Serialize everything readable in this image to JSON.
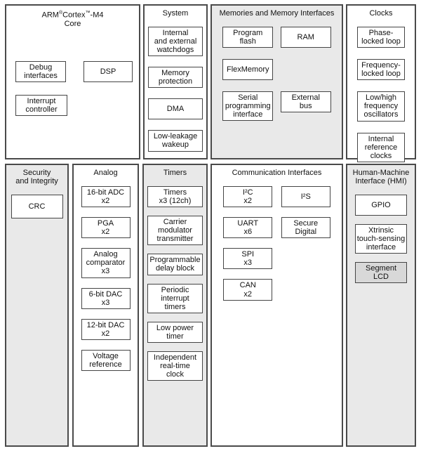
{
  "palette": {
    "section_fill_gray": "#e9e9e9",
    "box_fill_white": "#ffffff",
    "box_fill_gray": "#d8d8d8",
    "border_dark": "#4a4a4a",
    "text": "#111111"
  },
  "sections": {
    "core": {
      "title_parts": {
        "arm": "ARM",
        "reg": "®",
        "cortex": "Cortex",
        "tm": "™",
        "suffix": "-M4",
        "line2": "Core"
      },
      "boxes": {
        "debug": "Debug\ninterfaces",
        "dsp": "DSP",
        "interrupt": "Interrupt\ncontroller"
      }
    },
    "system": {
      "title": "System",
      "boxes": [
        "Internal\nand external\nwatchdogs",
        "Memory\nprotection",
        "DMA",
        "Low-leakage\nwakeup"
      ]
    },
    "memories": {
      "title": "Memories and Memory Interfaces",
      "boxes": [
        "Program\nflash",
        "RAM",
        "FlexMemory",
        "Serial\nprogramming\ninterface",
        "External\nbus"
      ]
    },
    "clocks": {
      "title": "Clocks",
      "boxes": [
        "Phase-\nlocked loop",
        "Frequency-\nlocked loop",
        "Low/high\nfrequency\noscillators",
        "Internal\nreference\nclocks"
      ]
    },
    "security": {
      "title": "Security\nand Integrity",
      "boxes": [
        "CRC"
      ]
    },
    "analog": {
      "title": "Analog",
      "boxes": [
        "16-bit ADC\nx2",
        "PGA\nx2",
        "Analog\ncomparator\nx3",
        "6-bit DAC\nx3",
        "12-bit DAC\nx2",
        "Voltage\nreference"
      ]
    },
    "timers": {
      "title": "Timers",
      "boxes": [
        "Timers\nx3 (12ch)",
        "Carrier\nmodulator\ntransmitter",
        "Programmable\ndelay block",
        "Periodic\ninterrupt\ntimers",
        "Low power\ntimer",
        "Independent\nreal-time\nclock"
      ]
    },
    "comm": {
      "title": "Communication Interfaces",
      "boxes": [
        "I²C\nx2",
        "I²S",
        "UART\nx6",
        "Secure\nDigital",
        "SPI\nx3",
        "CAN\nx2"
      ]
    },
    "hmi": {
      "title": "Human-Machine\nInterface (HMI)",
      "boxes": [
        "GPIO",
        "Xtrinsic\ntouch-sensing\ninterface",
        "Segment\nLCD"
      ]
    }
  }
}
